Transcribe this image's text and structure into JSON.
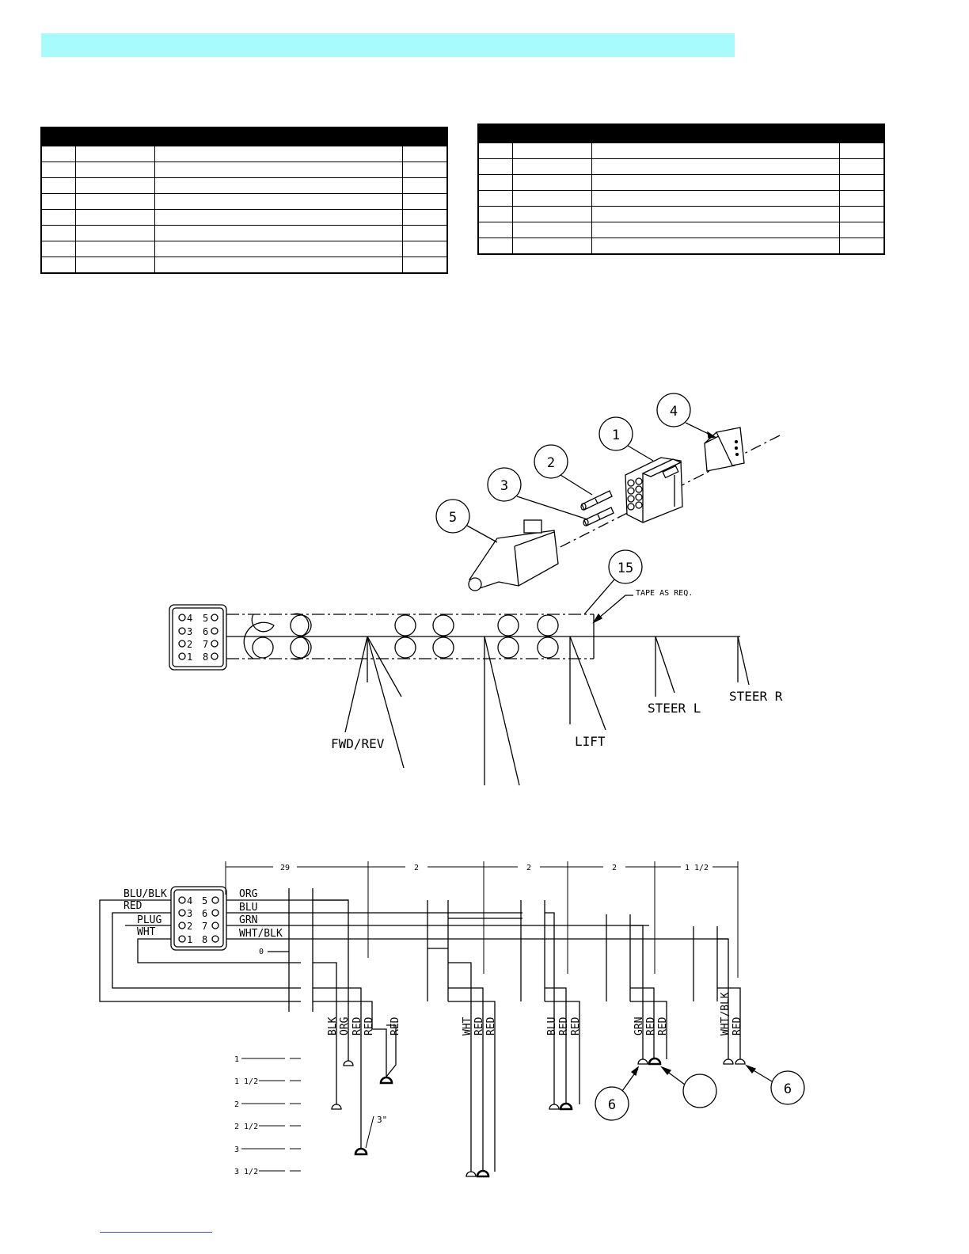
{
  "banner": {
    "color": "#a8fbfb"
  },
  "tables": {
    "left": {
      "rows": 8
    },
    "right": {
      "rows": 7
    }
  },
  "callouts": {
    "c1": "1",
    "c2": "2",
    "c3": "3",
    "c4": "4",
    "c5": "5",
    "c15": "15",
    "c6a": "6",
    "c6b": "6",
    "blank": ""
  },
  "connector_pins": {
    "p4": "4",
    "p3": "3",
    "p2": "2",
    "p1": "1",
    "p5": "5",
    "p6": "6",
    "p7": "7",
    "p8": "8"
  },
  "harness_labels": {
    "tape": "TAPE AS REQ.",
    "fwd_rev": "FWD/REV",
    "lift": "LIFT",
    "steer_l": "STEER L",
    "steer_r": "STEER R"
  },
  "dimensions": {
    "d29": "29",
    "d2a": "2",
    "d2b": "2",
    "d2c": "2",
    "d1_5": "1 1/2",
    "d3in": "3\""
  },
  "wiring": {
    "left": {
      "blu_blk": "BLU/BLK",
      "red": "RED",
      "plug": "PLUG",
      "wht": "WHT"
    },
    "right": {
      "org": "ORG",
      "blu": "BLU",
      "grn": "GRN",
      "wht_blk": "WHT/BLK",
      "zero": "0"
    },
    "vertical": [
      "BLK",
      "ORG",
      "RED",
      "RED",
      "RED",
      "WHT",
      "RED",
      "RED",
      "BLU",
      "RED",
      "RED",
      "GRN",
      "RED",
      "RED",
      "WHT/BLK",
      "RED"
    ]
  },
  "scale": [
    "1",
    "1 1/2",
    "2",
    "2 1/2",
    "3",
    "3 1/2"
  ]
}
